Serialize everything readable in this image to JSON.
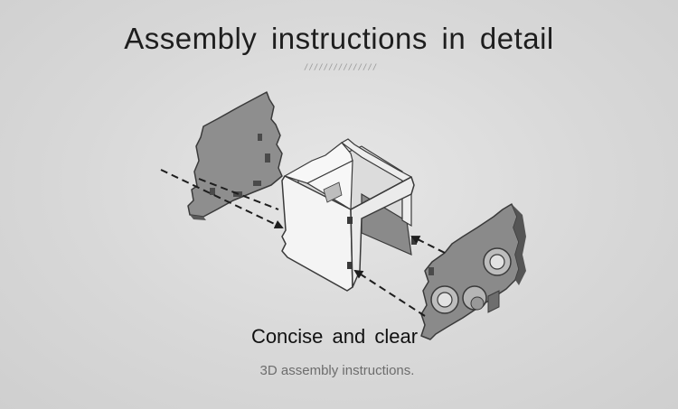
{
  "header": {
    "title": "Assembly instructions in detail",
    "divider": "///////////////"
  },
  "footer": {
    "subtitle": "Concise and clear",
    "caption": "3D assembly instructions."
  },
  "colors": {
    "panel_fill": "#8c8c8c",
    "panel_stroke": "#3a3a3a",
    "box_fill": "#f2f2f2",
    "box_shade": "#8a8a8a",
    "arrow": "#1e1e1e"
  }
}
